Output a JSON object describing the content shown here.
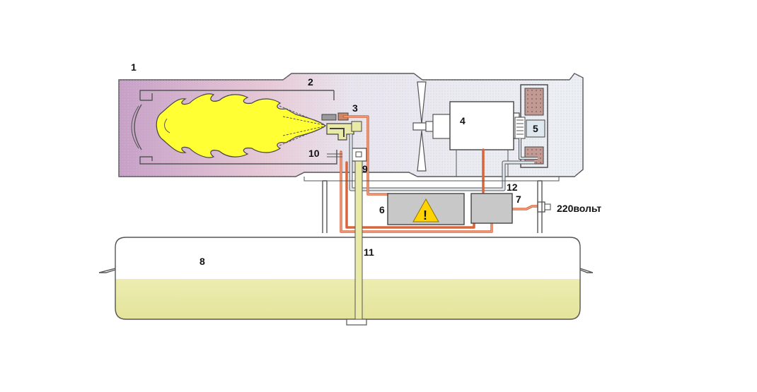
{
  "labels": {
    "n1": "1",
    "n2": "2",
    "n3": "3",
    "n4": "4",
    "n5": "5",
    "n6": "6",
    "n7": "7",
    "n8": "8",
    "n9": "9",
    "n10": "10",
    "n11": "11",
    "n12": "12",
    "power": "220вольт",
    "warning": "!"
  },
  "colors": {
    "flame": "#ffff33",
    "fuel": "#e9e9a8",
    "housing_gradient_start": "#c9a3c9",
    "housing_gradient_end": "#e6eaf0",
    "wire": "#d9663a",
    "warning_sign": "#ffd400",
    "module_fill": "#c8c8c8"
  }
}
